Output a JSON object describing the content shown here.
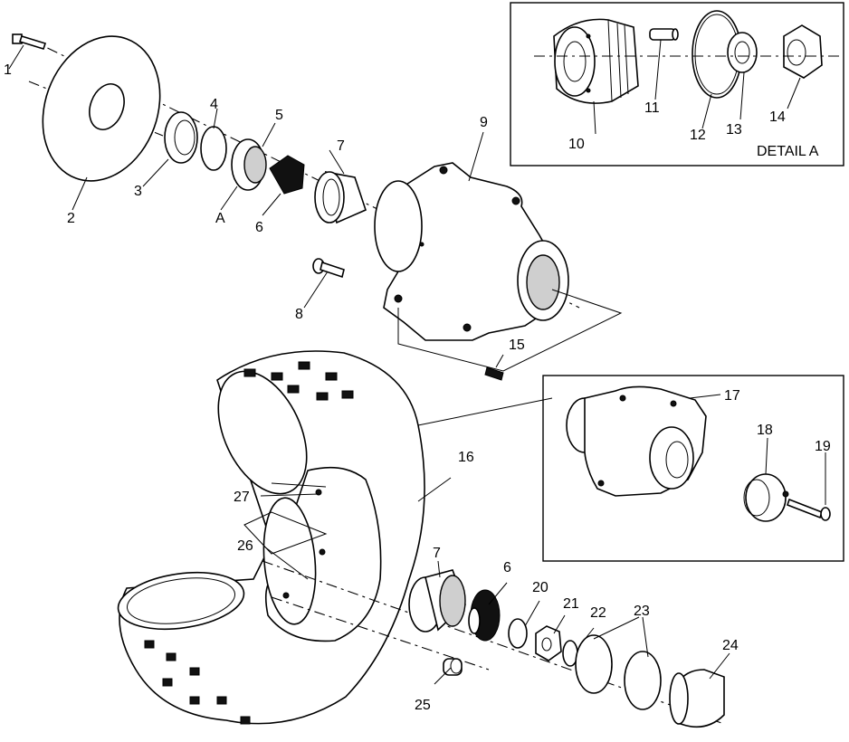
{
  "diagram": {
    "detail_a_label": "DETAIL A",
    "callouts": [
      {
        "id": "c1",
        "text": "1"
      },
      {
        "id": "c2",
        "text": "2"
      },
      {
        "id": "c3",
        "text": "3"
      },
      {
        "id": "c4",
        "text": "4"
      },
      {
        "id": "c5",
        "text": "5"
      },
      {
        "id": "cA",
        "text": "A"
      },
      {
        "id": "c6a",
        "text": "6"
      },
      {
        "id": "c7a",
        "text": "7"
      },
      {
        "id": "c8",
        "text": "8"
      },
      {
        "id": "c9",
        "text": "9"
      },
      {
        "id": "c10",
        "text": "10"
      },
      {
        "id": "c11",
        "text": "11"
      },
      {
        "id": "c12",
        "text": "12"
      },
      {
        "id": "c13",
        "text": "13"
      },
      {
        "id": "c14",
        "text": "14"
      },
      {
        "id": "c15",
        "text": "15"
      },
      {
        "id": "c16",
        "text": "16"
      },
      {
        "id": "c17",
        "text": "17"
      },
      {
        "id": "c18",
        "text": "18"
      },
      {
        "id": "c19",
        "text": "19"
      },
      {
        "id": "c20",
        "text": "20"
      },
      {
        "id": "c21",
        "text": "21"
      },
      {
        "id": "c22",
        "text": "22"
      },
      {
        "id": "c23",
        "text": "23"
      },
      {
        "id": "c24",
        "text": "24"
      },
      {
        "id": "c25",
        "text": "25"
      },
      {
        "id": "c26",
        "text": "26"
      },
      {
        "id": "c27",
        "text": "27"
      },
      {
        "id": "c6b",
        "text": "6"
      },
      {
        "id": "c7b",
        "text": "7"
      }
    ]
  }
}
